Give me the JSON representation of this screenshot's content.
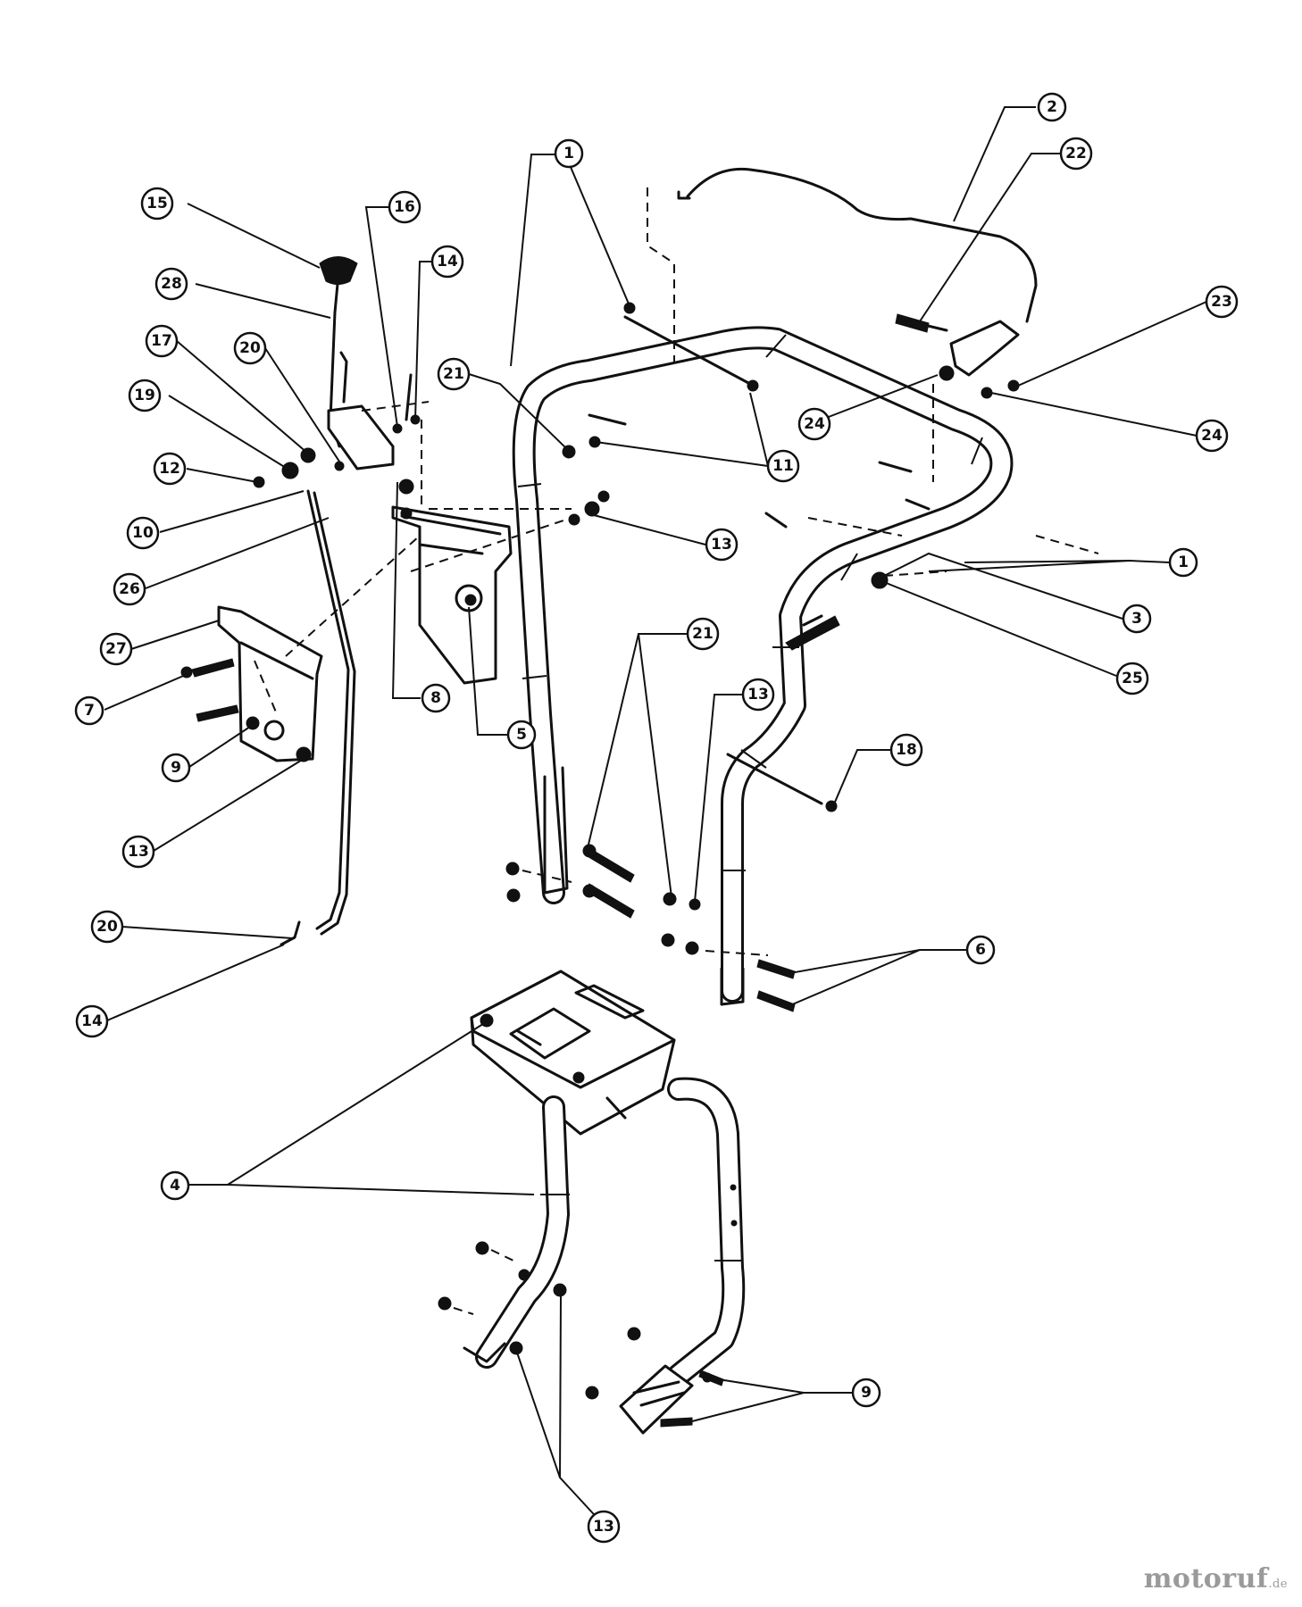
{
  "diagram": {
    "callouts": [
      {
        "num": "1"
      },
      {
        "num": "2"
      },
      {
        "num": "22"
      },
      {
        "num": "23"
      },
      {
        "num": "24"
      },
      {
        "num": "24"
      },
      {
        "num": "11"
      },
      {
        "num": "13"
      },
      {
        "num": "1"
      },
      {
        "num": "3"
      },
      {
        "num": "25"
      },
      {
        "num": "21"
      },
      {
        "num": "15"
      },
      {
        "num": "16"
      },
      {
        "num": "14"
      },
      {
        "num": "28"
      },
      {
        "num": "17"
      },
      {
        "num": "20"
      },
      {
        "num": "19"
      },
      {
        "num": "12"
      },
      {
        "num": "10"
      },
      {
        "num": "26"
      },
      {
        "num": "27"
      },
      {
        "num": "7"
      },
      {
        "num": "9"
      },
      {
        "num": "13"
      },
      {
        "num": "8"
      },
      {
        "num": "5"
      },
      {
        "num": "21"
      },
      {
        "num": "13"
      },
      {
        "num": "18"
      },
      {
        "num": "6"
      },
      {
        "num": "20"
      },
      {
        "num": "14"
      },
      {
        "num": "4"
      },
      {
        "num": "9"
      },
      {
        "num": "13"
      }
    ]
  },
  "watermark": {
    "brand": "motoruf",
    "tld": ".de"
  }
}
